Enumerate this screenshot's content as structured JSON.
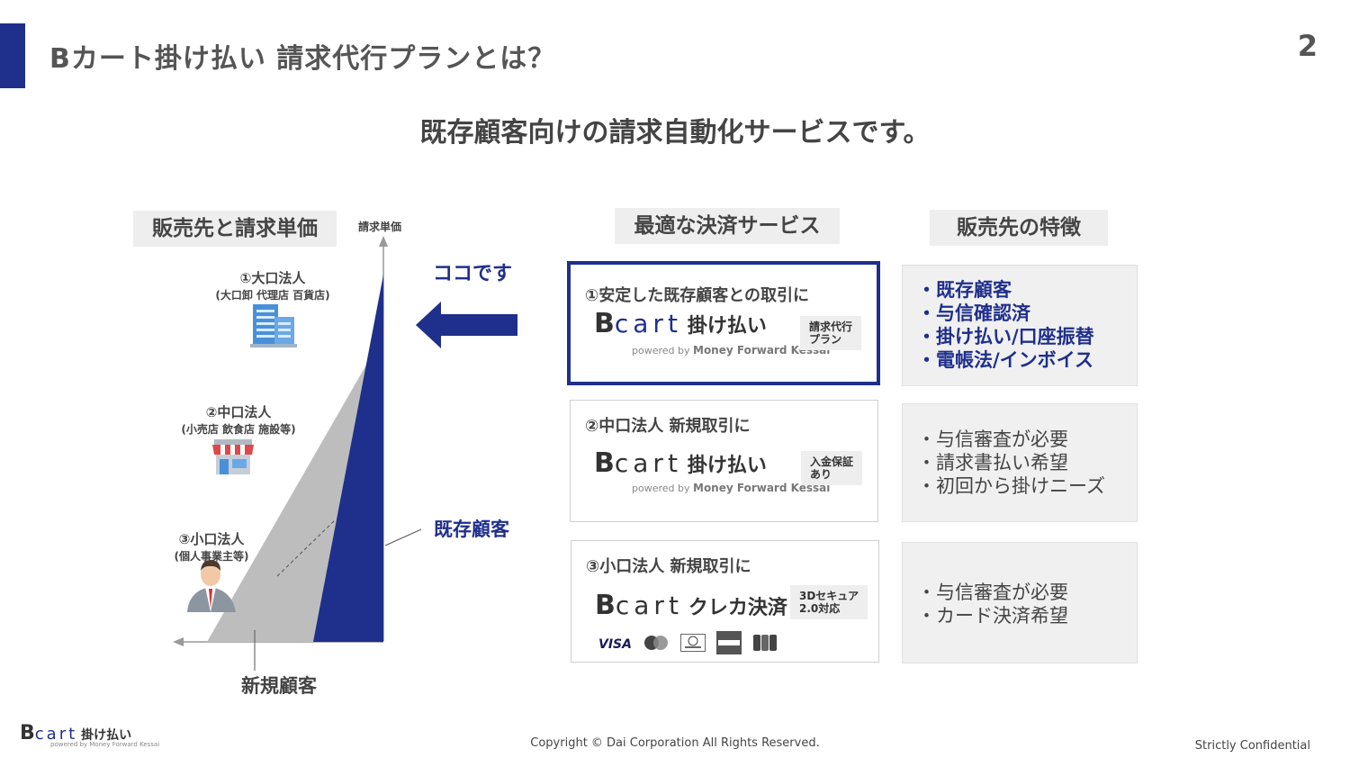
{
  "header": {
    "title": "Bカート掛け払い 請求代行プランとは？",
    "page_number": "2",
    "accent_color": "#1f2f8c"
  },
  "headline": "既存顧客向けの請求自動化サービスです。",
  "left": {
    "section_label": "販売先と請求単価",
    "y_axis_label": "請求単価",
    "tiers": [
      {
        "title": "①大口法人",
        "subtitle": "(大口卸 代理店 百貨店)",
        "icon": "office-building-icon"
      },
      {
        "title": "②中口法人",
        "subtitle": "(小売店 飲食店 施設等)",
        "icon": "storefront-icon"
      },
      {
        "title": "③小口法人",
        "subtitle": "(個人事業主等)",
        "icon": "businessman-icon"
      }
    ],
    "existing_label": "既存顧客",
    "new_label": "新規顧客",
    "pointer_label": "ココです"
  },
  "middle": {
    "section_label": "最適な決済サービス",
    "cards": [
      {
        "title": "①安定した既存顧客との取引に",
        "brand_b": "B",
        "brand_cart": "cart",
        "product": "掛け払い",
        "powered_prefix": "powered by",
        "powered_name": "Money Forward Kessai",
        "badge_line1": "請求代行",
        "badge_line2": "プラン",
        "highlighted": true
      },
      {
        "title": "②中口法人 新規取引に",
        "brand_b": "B",
        "brand_cart": "cart",
        "product": "掛け払い",
        "powered_prefix": "powered by",
        "powered_name": "Money Forward Kessai",
        "badge_line1": "入金保証",
        "badge_line2": "あり",
        "highlighted": false
      },
      {
        "title": "③小口法人 新規取引に",
        "brand_b": "B",
        "brand_cart": "cart",
        "product": "クレカ決済",
        "badge_line1": "3Dセキュア",
        "badge_line2": "2.0対応",
        "payment_brands": [
          "VISA",
          "Mastercard",
          "Diners Club",
          "AMERICAN EXPRESS",
          "JCB"
        ],
        "highlighted": false
      }
    ]
  },
  "right": {
    "section_label": "販売先の特徴",
    "features": [
      [
        "・既存顧客",
        "・与信確認済",
        "・掛け払い/口座振替",
        "・電帳法/インボイス"
      ],
      [
        "・与信審査が必要",
        "・請求書払い希望",
        "・初回から掛けニーズ"
      ],
      [
        "・与信審査が必要",
        "・カード決済希望"
      ]
    ]
  },
  "footer": {
    "logo_b": "B",
    "logo_cart": "cart",
    "logo_product": "掛け払い",
    "logo_powered": "powered by Money Forward Kessai",
    "copyright": "Copyright © Dai Corporation All Rights Reserved.",
    "confidential": "Strictly Confidential"
  }
}
